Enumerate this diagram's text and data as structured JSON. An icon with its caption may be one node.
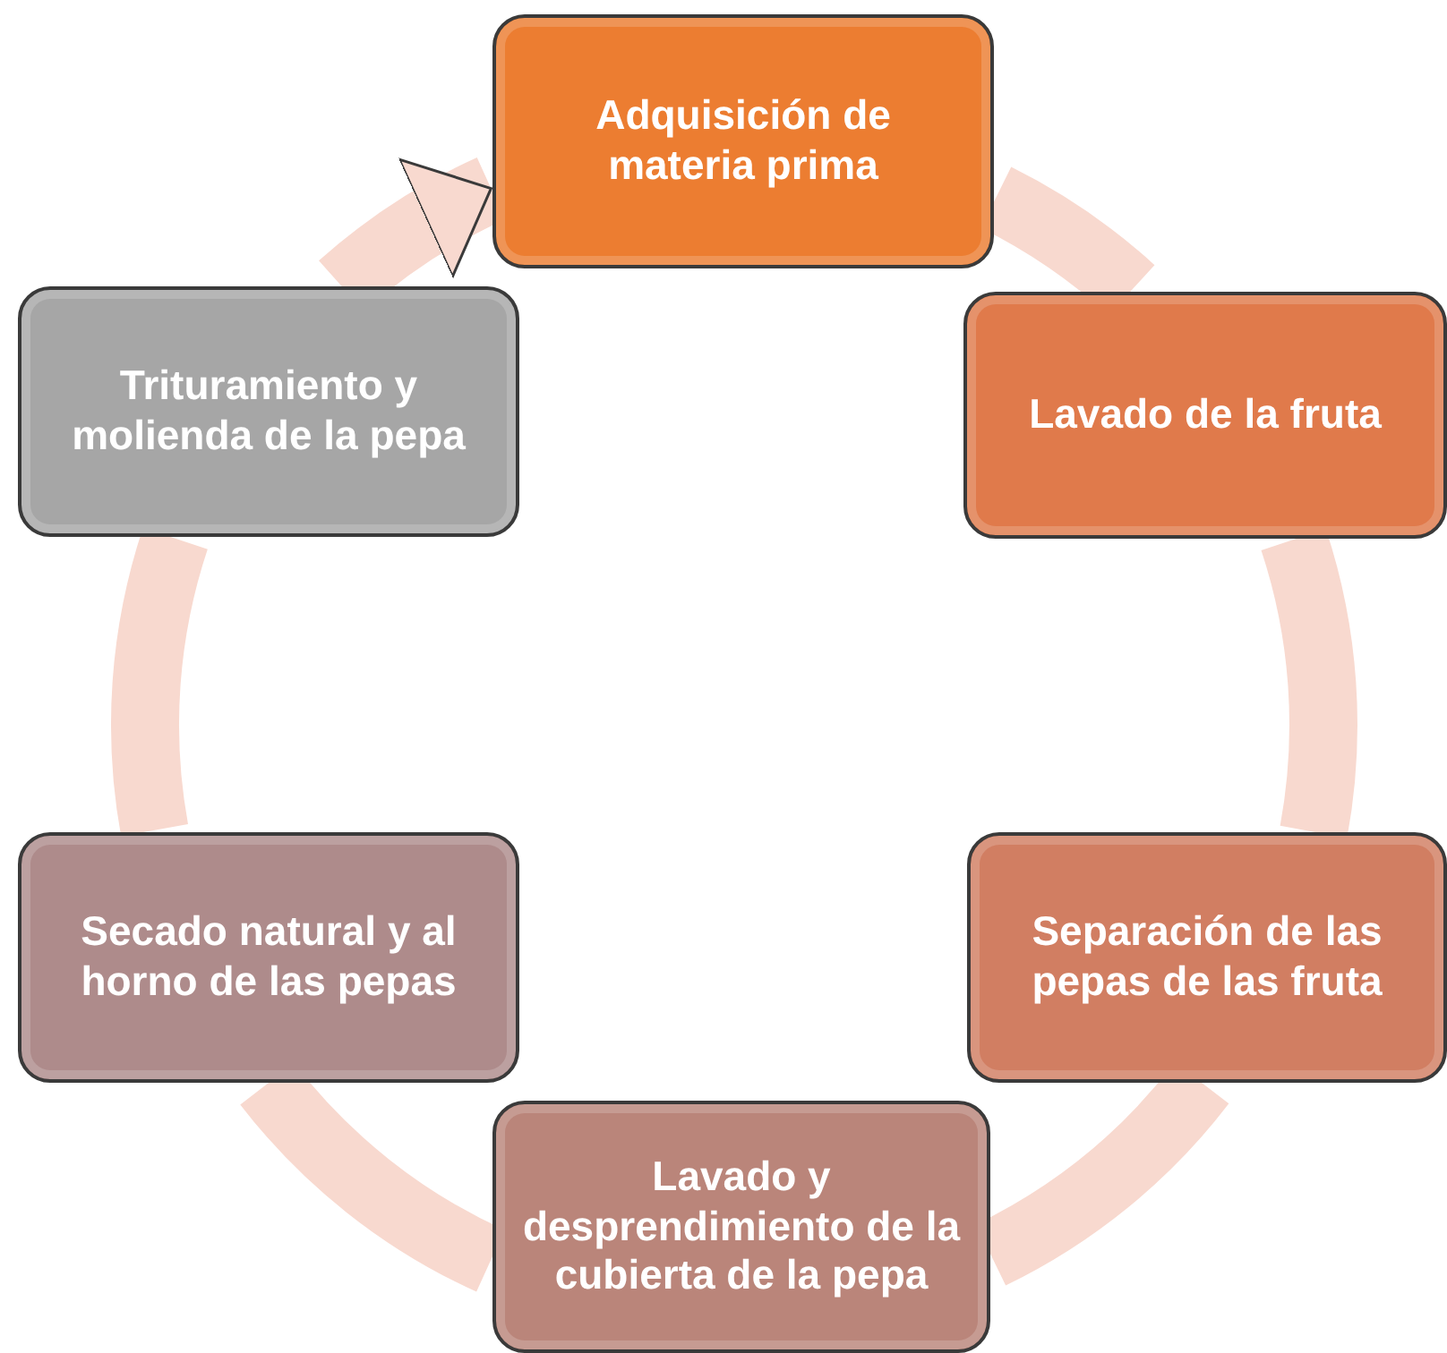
{
  "diagram": {
    "nodes": [
      {
        "text": [
          "Adquisición de materia prima"
        ]
      },
      {
        "text": [
          "Lavado de la fruta"
        ]
      },
      {
        "text": [
          "Separación de las pepas de las fruta"
        ]
      },
      {
        "text": [
          "Lavado y desprendimiento de la cubierta de la pepa"
        ]
      },
      {
        "text": [
          "Secado natural y al horno de las pepas"
        ]
      },
      {
        "text": [
          "Trituramiento y molienda de la pepa"
        ]
      }
    ],
    "edges": [
      {
        "from": 0,
        "to": 1,
        "arrow": "none"
      },
      {
        "from": 1,
        "to": 2,
        "arrow": "none"
      },
      {
        "from": 2,
        "to": 3,
        "arrow": "none"
      },
      {
        "from": 3,
        "to": 4,
        "arrow": "none"
      },
      {
        "from": 4,
        "to": 5,
        "arrow": "none"
      },
      {
        "from": 5,
        "to": 0,
        "arrow": "to"
      }
    ]
  }
}
